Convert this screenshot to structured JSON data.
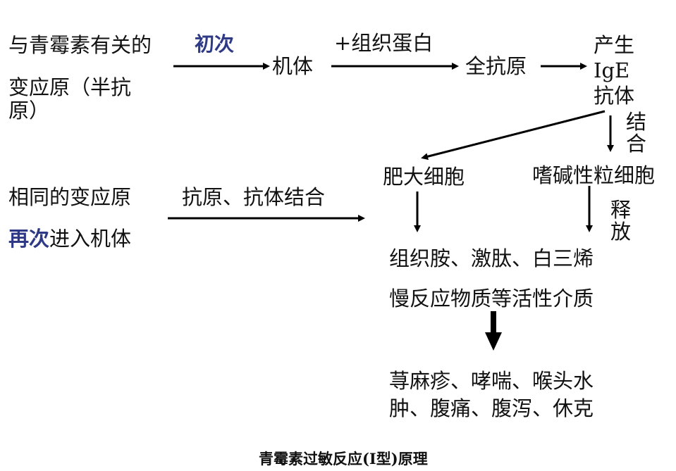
{
  "nodes": {
    "allergen_line1": "与青霉素有关的",
    "allergen_line2": "变应原（半抗",
    "allergen_line3": "原）",
    "organism": "机体",
    "complete_antigen": "全抗原",
    "produce_ige_1": "产生",
    "produce_ige_2": "IgE",
    "produce_ige_3": "抗体",
    "mast_cell": "肥大细胞",
    "basophil": "嗜碱性粒细胞",
    "same_allergen": "相同的变应原",
    "reenter_prefix": "再次",
    "reenter_suffix": "进入机体",
    "mediators_line1": "组织胺、激肽、白三烯",
    "mediators_line2": "慢反应物质等活性介质",
    "symptoms_line1": "荨麻疹、哮喘、喉头水",
    "symptoms_line2": "肿、腹痛、腹泻、休克"
  },
  "edges": {
    "first_time": "初次",
    "plus_tissue_protein": "+组织蛋白",
    "bind": "结合",
    "release": "释放",
    "antigen_antibody_bind": "抗原、抗体结合"
  },
  "caption": "青霉素过敏反应(I型)原理",
  "colors": {
    "highlight": "#2e3a86",
    "arrow": "#000000"
  }
}
